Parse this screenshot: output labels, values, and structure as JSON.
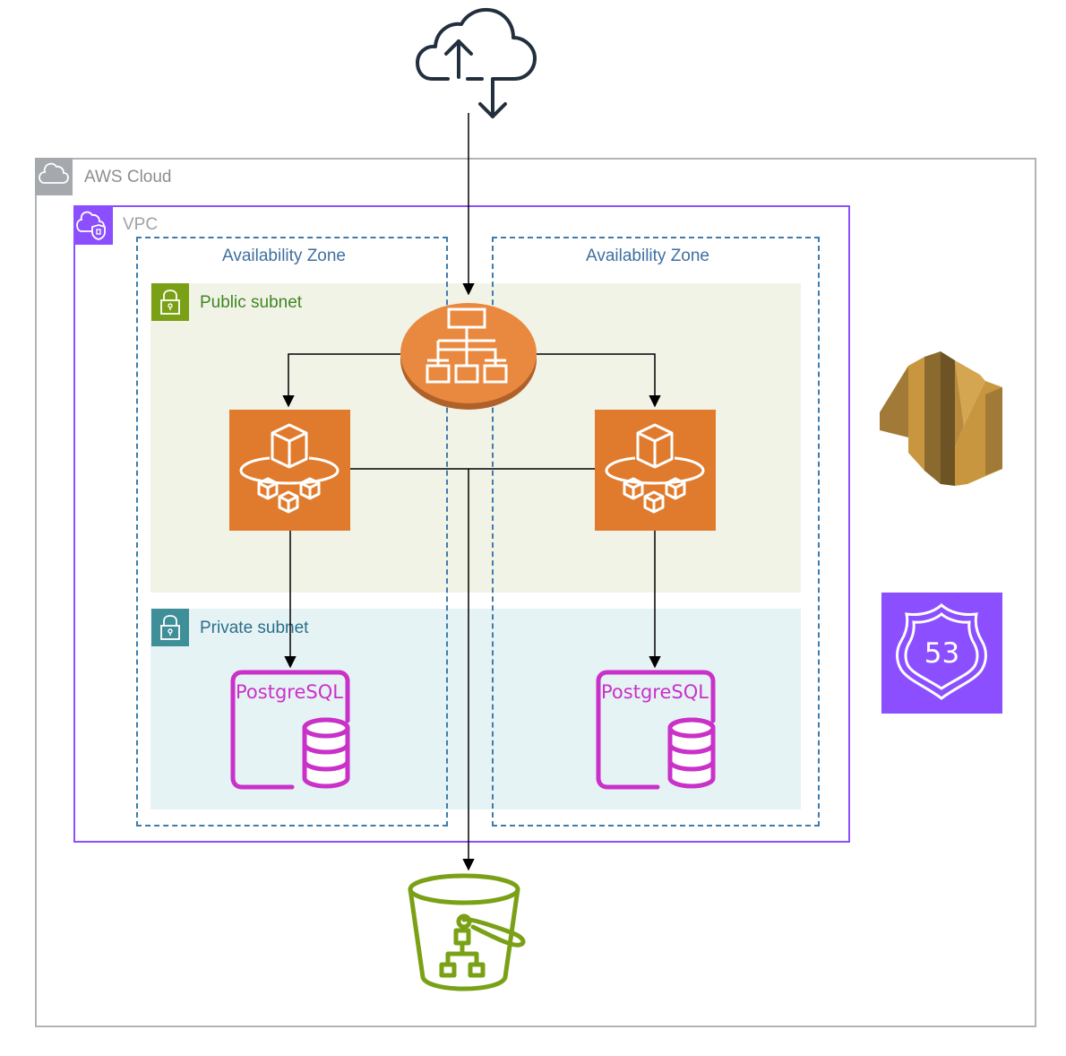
{
  "aws_cloud": {
    "label": "AWS Cloud"
  },
  "vpc": {
    "label": "VPC"
  },
  "availability_zones": [
    {
      "label": "Availability Zone"
    },
    {
      "label": "Availability Zone"
    }
  ],
  "subnets": {
    "public": {
      "label": "Public subnet"
    },
    "private": {
      "label": "Private subnet"
    }
  },
  "databases": [
    {
      "label": "PostgreSQL"
    },
    {
      "label": "PostgreSQL"
    }
  ],
  "route53": {
    "label": "53"
  },
  "colors": {
    "aws_cloud_border": "#b0b4b8",
    "vpc_border": "#8c4fff",
    "az_border": "#3f7cac",
    "public_subnet_fill": "#f2f3e7",
    "public_subnet_accent": "#7aa116",
    "private_subnet_fill": "#e6f3f5",
    "private_subnet_accent": "#3f8f99",
    "load_balancer": "#e8893f",
    "compute": "#e07b2d",
    "rds": "#c931c9",
    "s3": "#7aa116",
    "route53": "#8c4fff",
    "elastic_beanstalk": "#c8963e"
  },
  "icons": [
    "internet-cloud-icon",
    "aws-cloud-icon",
    "vpc-icon",
    "padlock-icon",
    "load-balancer-icon",
    "container-service-icon",
    "rds-postgresql-icon",
    "s3-bucket-icon",
    "elastic-beanstalk-icon",
    "route53-icon"
  ]
}
